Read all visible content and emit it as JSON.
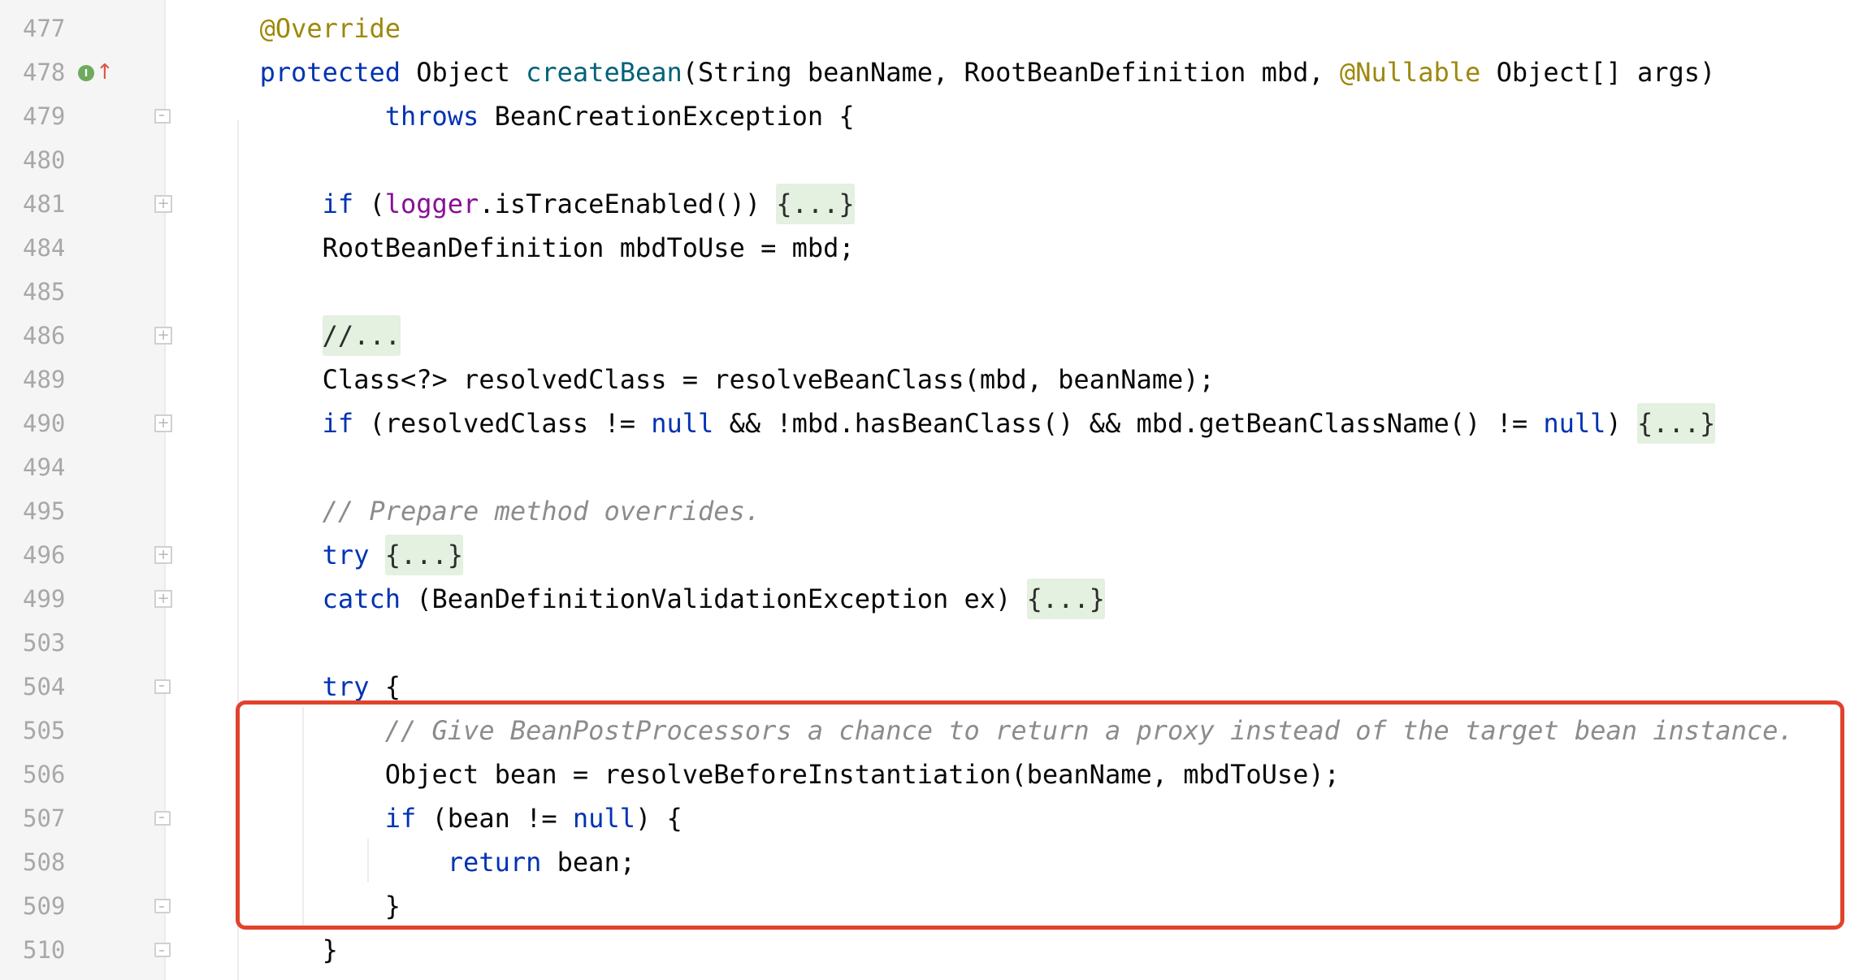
{
  "colors": {
    "keyword": "#0033b3",
    "annotation": "#9e880d",
    "method": "#00627a",
    "field": "#871094",
    "comment": "#8c8c8c",
    "fold_background": "#e4f0e0",
    "highlight_border": "#e2422c",
    "gutter_background": "#f5f5f5",
    "line_number": "#a8a8a8"
  },
  "gutter": {
    "line_numbers": [
      "477",
      "478",
      "479",
      "480",
      "481",
      "484",
      "485",
      "486",
      "489",
      "490",
      "494",
      "495",
      "496",
      "499",
      "503",
      "504",
      "505",
      "506",
      "507",
      "508",
      "509",
      "510"
    ],
    "override_marker": {
      "line": "478",
      "icon_letter": "I",
      "arrow": "↑",
      "icon": "implements-method-icon"
    }
  },
  "code": {
    "l477": {
      "annotation": "@Override"
    },
    "l478": {
      "kw_protected": "protected",
      "type_object": " Object ",
      "method_name": "createBean",
      "params_start": "(String beanName, RootBeanDefinition mbd, ",
      "annotation_nullable": "@Nullable",
      "params_end": " Object[] args)"
    },
    "l479": {
      "indent": "        ",
      "kw_throws": "throws",
      "rest": " BeanCreationException {"
    },
    "l481": {
      "indent": "    ",
      "kw_if": "if",
      "paren_open": " (",
      "field_logger": "logger",
      "rest": ".isTraceEnabled()) ",
      "fold": "{...}"
    },
    "l484": {
      "text": "    RootBeanDefinition mbdToUse = mbd;"
    },
    "l486": {
      "indent": "    ",
      "fold": "//..."
    },
    "l489": {
      "text": "    Class<?> resolvedClass = resolveBeanClass(mbd, beanName);"
    },
    "l490": {
      "indent": "    ",
      "kw_if": "if",
      "part1": " (resolvedClass != ",
      "kw_null1": "null",
      "part2": " && !mbd.hasBeanClass() && mbd.getBeanClassName() != ",
      "kw_null2": "null",
      "part3": ") ",
      "fold": "{...}"
    },
    "l495": {
      "indent": "    ",
      "comment": "// Prepare method overrides."
    },
    "l496": {
      "indent": "    ",
      "kw_try": "try",
      "space": " ",
      "fold": "{...}"
    },
    "l499": {
      "indent": "    ",
      "kw_catch": "catch",
      "rest": " (BeanDefinitionValidationException ex) ",
      "fold": "{...}"
    },
    "l504": {
      "indent": "    ",
      "kw_try": "try",
      "rest": " {"
    },
    "l505": {
      "indent": "        ",
      "comment": "// Give BeanPostProcessors a chance to return a proxy instead of the target bean instance."
    },
    "l506": {
      "text": "        Object bean = resolveBeforeInstantiation(beanName, mbdToUse);"
    },
    "l507": {
      "indent": "        ",
      "kw_if": "if",
      "part1": " (bean != ",
      "kw_null": "null",
      "part2": ") {"
    },
    "l508": {
      "indent": "            ",
      "kw_return": "return",
      "rest": " bean;"
    },
    "l509": {
      "text": "        }"
    },
    "l510": {
      "text": "    }"
    }
  }
}
